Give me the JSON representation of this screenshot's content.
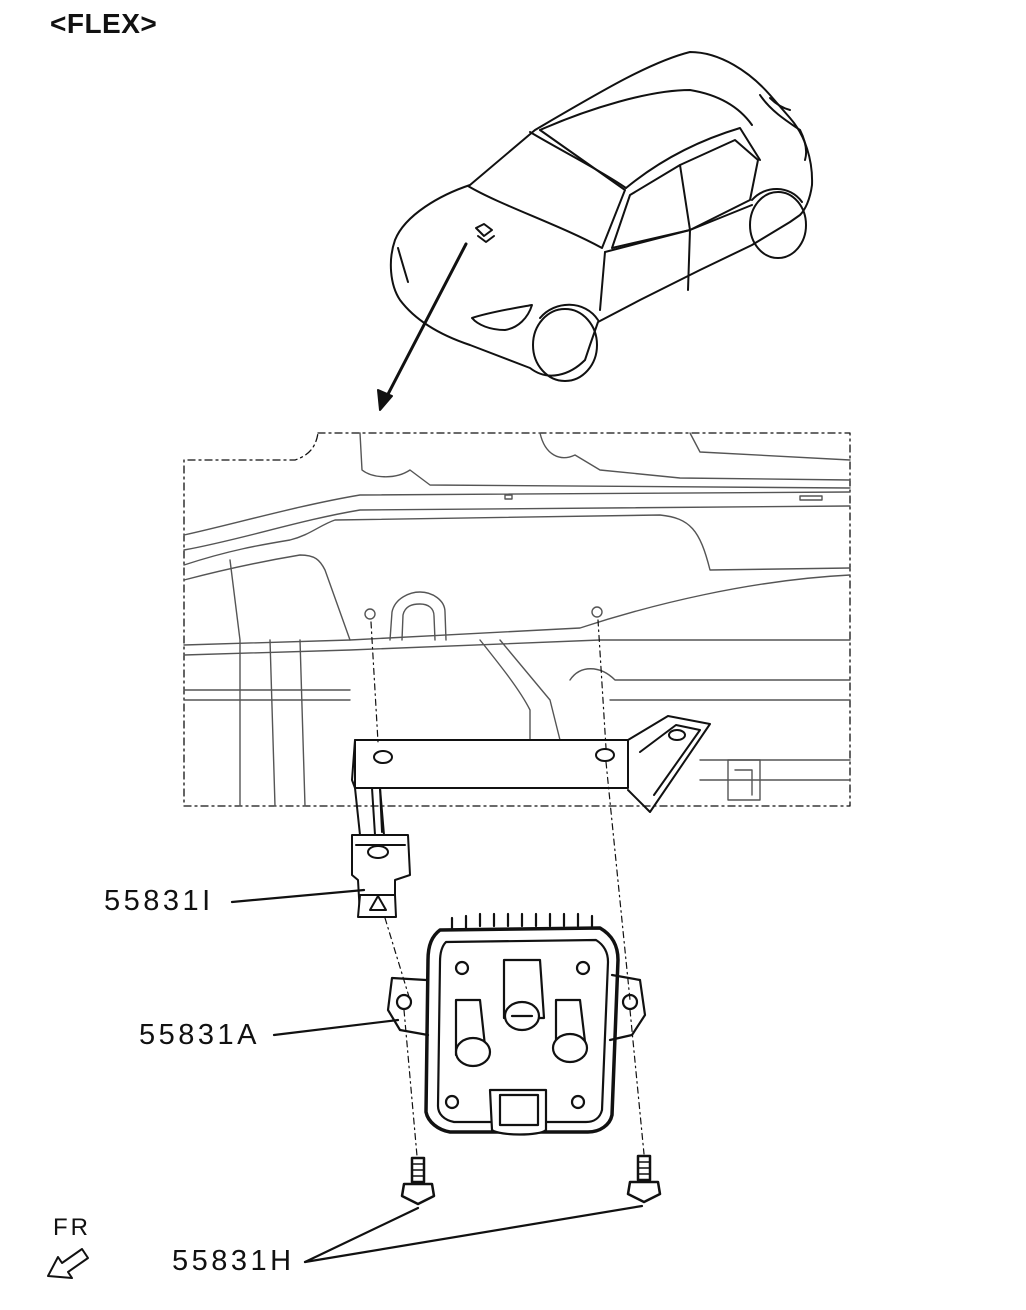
{
  "title": "<FLEX>",
  "front_marker": "FR",
  "callouts": [
    {
      "part_number": "55831I"
    },
    {
      "part_number": "55831A"
    },
    {
      "part_number": "55831H"
    }
  ],
  "colors": {
    "line": "#111111",
    "background": "#ffffff"
  }
}
